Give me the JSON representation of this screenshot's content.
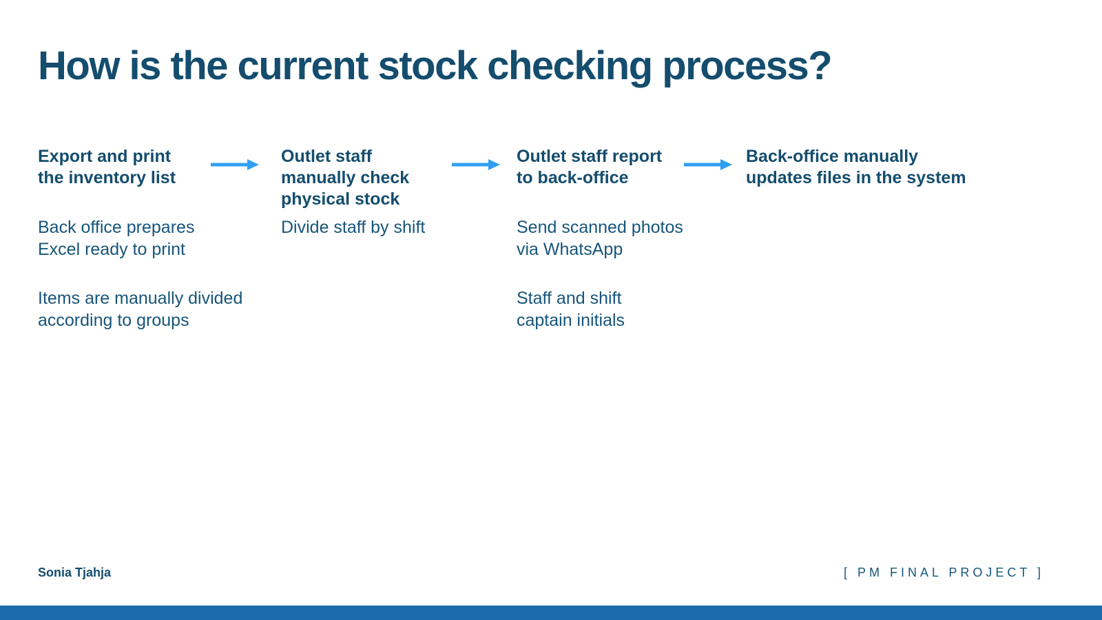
{
  "slide": {
    "title": "How is the current stock checking process?",
    "colors": {
      "text_navy": "#144d6d",
      "arrow_blue": "#2f9ff2",
      "bottom_bar_blue": "#1b6cab"
    },
    "process": {
      "columns": [
        {
          "heading": "Export and print\nthe inventory list",
          "items": [
            "Back office prepares\nExcel ready to print",
            "Items are manually divided\naccording to groups"
          ]
        },
        {
          "heading": "Outlet staff\nmanually check\nphysical stock",
          "items": [
            "Divide staff by shift"
          ]
        },
        {
          "heading": "Outlet staff report\nto back-office",
          "items": [
            "Send scanned photos\nvia WhatsApp",
            "Staff and shift\ncaptain initials"
          ]
        },
        {
          "heading": "Back-office manually\nupdates files in the system",
          "items": []
        }
      ]
    },
    "footer": {
      "author": "Sonia Tjahja",
      "project_tag": "[ PM FINAL PROJECT ]"
    }
  }
}
